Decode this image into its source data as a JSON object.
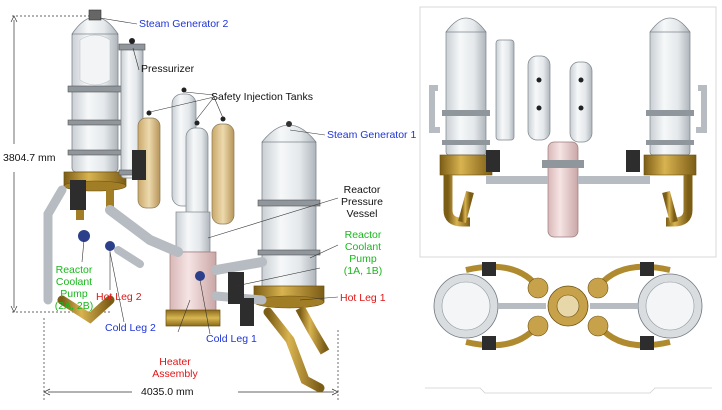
{
  "labels": {
    "steam_generator_2": "Steam Generator 2",
    "pressurizer": "Pressurizer",
    "safety_injection_tanks": "Safety Injection Tanks",
    "steam_generator_1": "Steam Generator 1",
    "reactor_pressure_vessel": [
      "Reactor",
      "Pressure",
      "Vessel"
    ],
    "rcp_1": [
      "Reactor",
      "Coolant",
      "Pump",
      "(1A, 1B)"
    ],
    "rcp_2": [
      "Reactor",
      "Coolant",
      "Pump",
      "(2A, 2B)"
    ],
    "hot_leg_2": "Hot Leg 2",
    "hot_leg_1": "Hot Leg 1",
    "cold_leg_2": "Cold Leg 2",
    "cold_leg_1": "Cold Leg 1",
    "heater_assembly": [
      "Heater",
      "Assembly"
    ]
  },
  "dimensions": {
    "height": "3804.7 mm",
    "width": "4035.0 mm"
  },
  "colors": {
    "blue_label": "#1f35d6",
    "green_label": "#19b81c",
    "red_label": "#e01616",
    "brass": "#b08a2e",
    "glass": "#e8ecef",
    "steel": "#6f7780"
  }
}
